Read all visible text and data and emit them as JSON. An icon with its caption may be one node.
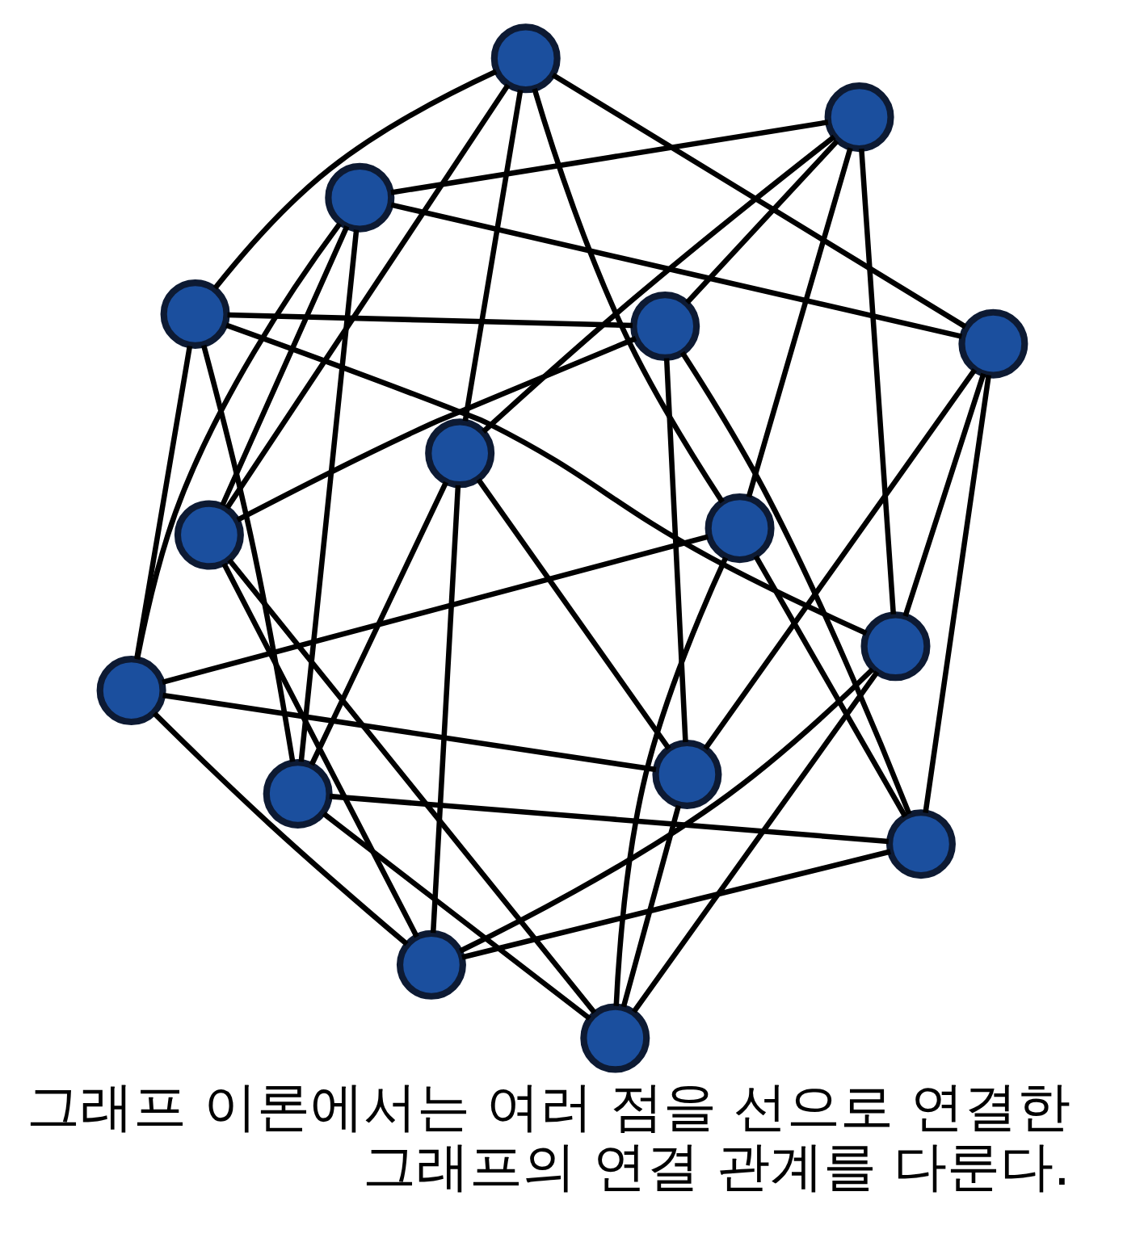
{
  "diagram": {
    "caption": "그래프 이론에서는 여러 점을 선으로 연결한 그래프의 연결 관계를 다룬다.",
    "nodes": [
      {
        "text": [],
        "shape": "circle"
      },
      {
        "text": [],
        "shape": "circle"
      },
      {
        "text": [],
        "shape": "circle"
      },
      {
        "text": [],
        "shape": "circle"
      },
      {
        "text": [],
        "shape": "circle"
      },
      {
        "text": [],
        "shape": "circle"
      },
      {
        "text": [],
        "shape": "circle"
      },
      {
        "text": [],
        "shape": "circle"
      },
      {
        "text": [],
        "shape": "circle"
      },
      {
        "text": [],
        "shape": "circle"
      },
      {
        "text": [],
        "shape": "circle"
      },
      {
        "text": [],
        "shape": "circle"
      },
      {
        "text": [],
        "shape": "circle"
      },
      {
        "text": [],
        "shape": "circle"
      },
      {
        "text": [],
        "shape": "circle"
      },
      {
        "text": [],
        "shape": "circle"
      }
    ],
    "edges": [
      {
        "from": 0,
        "to": 4,
        "arrow": "none"
      },
      {
        "from": 0,
        "to": 5,
        "arrow": "none"
      },
      {
        "from": 0,
        "to": 3,
        "arrow": "none"
      },
      {
        "from": 0,
        "to": 9,
        "arrow": "none"
      },
      {
        "from": 0,
        "to": 10,
        "arrow": "none"
      },
      {
        "from": 1,
        "to": 5,
        "arrow": "none"
      },
      {
        "from": 1,
        "to": 14,
        "arrow": "none"
      },
      {
        "from": 1,
        "to": 3,
        "arrow": "none"
      },
      {
        "from": 1,
        "to": 6,
        "arrow": "none"
      },
      {
        "from": 1,
        "to": 8,
        "arrow": "none"
      },
      {
        "from": 2,
        "to": 4,
        "arrow": "none"
      },
      {
        "from": 2,
        "to": 15,
        "arrow": "none"
      },
      {
        "from": 2,
        "to": 3,
        "arrow": "none"
      },
      {
        "from": 2,
        "to": 7,
        "arrow": "none"
      },
      {
        "from": 2,
        "to": 8,
        "arrow": "none"
      },
      {
        "from": 3,
        "to": 11,
        "arrow": "none"
      },
      {
        "from": 3,
        "to": 12,
        "arrow": "none"
      },
      {
        "from": 4,
        "to": 6,
        "arrow": "none"
      },
      {
        "from": 4,
        "to": 13,
        "arrow": "none"
      },
      {
        "from": 4,
        "to": 14,
        "arrow": "none"
      },
      {
        "from": 5,
        "to": 7,
        "arrow": "none"
      },
      {
        "from": 5,
        "to": 13,
        "arrow": "none"
      },
      {
        "from": 5,
        "to": 15,
        "arrow": "none"
      },
      {
        "from": 6,
        "to": 7,
        "arrow": "none"
      },
      {
        "from": 6,
        "to": 12,
        "arrow": "none"
      },
      {
        "from": 6,
        "to": 9,
        "arrow": "none"
      },
      {
        "from": 7,
        "to": 11,
        "arrow": "none"
      },
      {
        "from": 7,
        "to": 10,
        "arrow": "none"
      },
      {
        "from": 8,
        "to": 9,
        "arrow": "none"
      },
      {
        "from": 8,
        "to": 10,
        "arrow": "none"
      },
      {
        "from": 8,
        "to": 13,
        "arrow": "none"
      },
      {
        "from": 9,
        "to": 11,
        "arrow": "none"
      },
      {
        "from": 9,
        "to": 15,
        "arrow": "none"
      },
      {
        "from": 10,
        "to": 12,
        "arrow": "none"
      },
      {
        "from": 10,
        "to": 14,
        "arrow": "none"
      },
      {
        "from": 11,
        "to": 13,
        "arrow": "none"
      },
      {
        "from": 11,
        "to": 14,
        "arrow": "none"
      },
      {
        "from": 12,
        "to": 13,
        "arrow": "none"
      },
      {
        "from": 12,
        "to": 15,
        "arrow": "none"
      },
      {
        "from": 14,
        "to": 15,
        "arrow": "none"
      }
    ]
  }
}
